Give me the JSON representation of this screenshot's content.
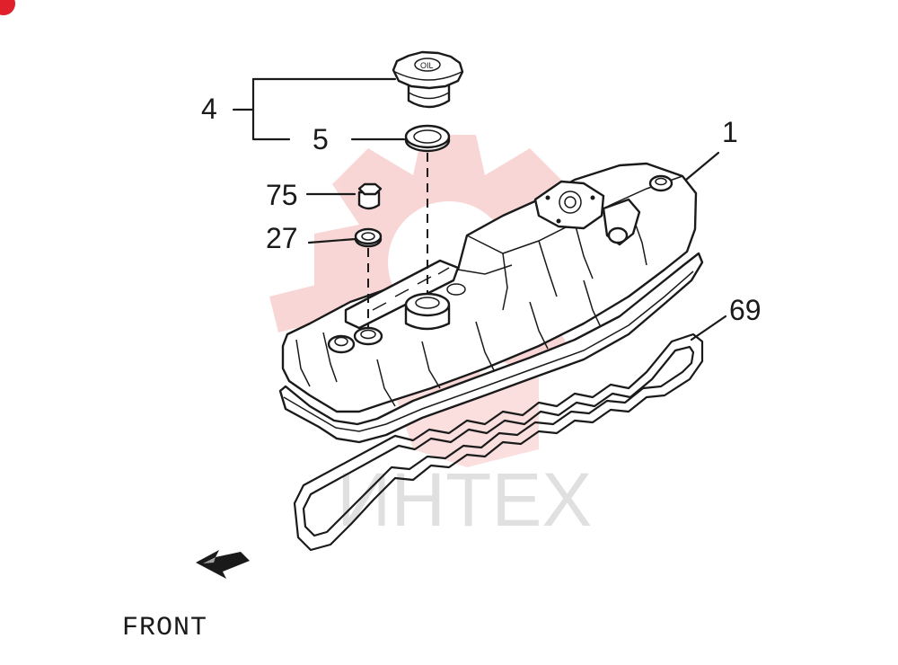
{
  "callouts": {
    "cap_assembly": "4",
    "cap_seal": "5",
    "cover": "1",
    "plug": "75",
    "plug_washer": "27",
    "gasket": "69"
  },
  "cap_marking": "OIL",
  "direction_label": "FRONT",
  "watermark_text": "ИНТЕХ",
  "colors": {
    "line": "#1a1a1a",
    "watermark_red": "#f2a6a6",
    "watermark_gray": "#c8c8c8",
    "badge": "#e0202a"
  }
}
